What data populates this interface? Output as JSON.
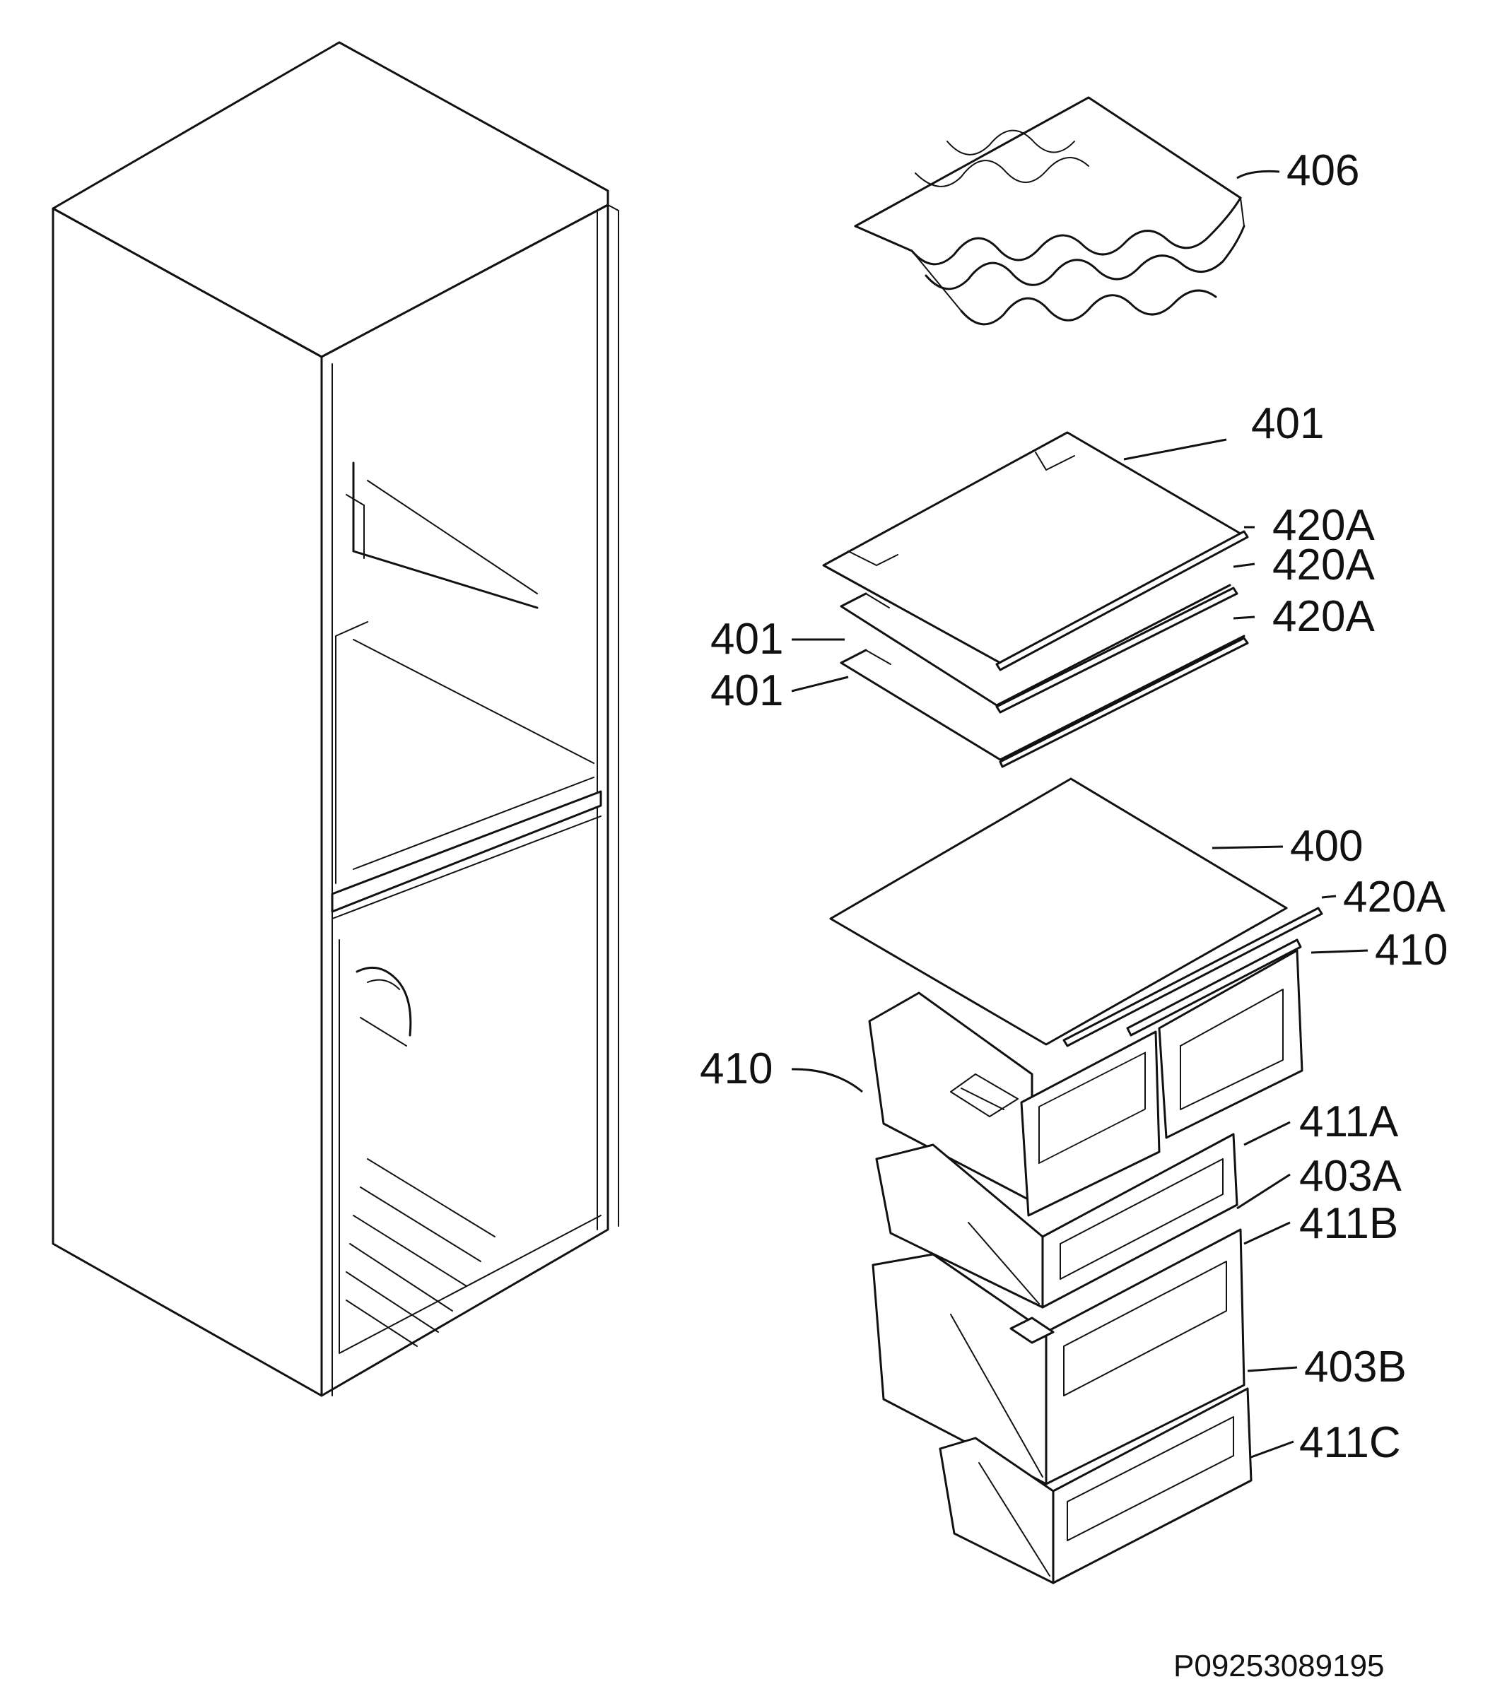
{
  "diagram": {
    "drawing_code": "P09253089195",
    "part_labels": {
      "wine_rack": "406",
      "top_shelf": "401",
      "middle_shelf": "401",
      "lower_shelf": "401",
      "trim_1": "420A",
      "trim_2": "420A",
      "trim_3": "420A",
      "trim_4": "420A",
      "crisper_cover": "400",
      "crisper_right": "410",
      "crisper_left": "410",
      "drawer_a": "411A",
      "drawer_a_front": "403A",
      "drawer_b": "411B",
      "drawer_b_front": "403B",
      "drawer_c": "411C"
    }
  }
}
